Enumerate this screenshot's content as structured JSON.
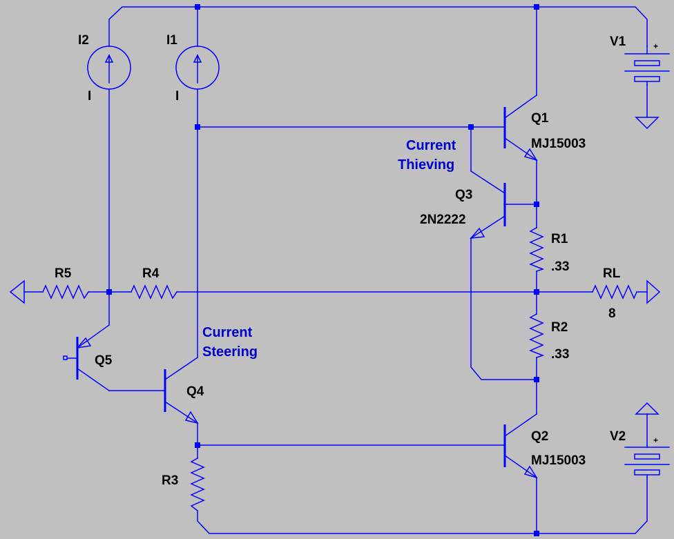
{
  "components": {
    "I2": {
      "name": "I2",
      "value": "I"
    },
    "I1": {
      "name": "I1",
      "value": "I"
    },
    "V1": {
      "name": "V1",
      "polarity": "+"
    },
    "V2": {
      "name": "V2",
      "polarity": "+"
    },
    "Q1": {
      "name": "Q1",
      "model": "MJ15003"
    },
    "Q2": {
      "name": "Q2",
      "model": "MJ15003"
    },
    "Q3": {
      "name": "Q3",
      "model": "2N2222"
    },
    "Q4": {
      "name": "Q4"
    },
    "Q5": {
      "name": "Q5"
    },
    "R1": {
      "name": "R1",
      "value": ".33"
    },
    "R2": {
      "name": "R2",
      "value": ".33"
    },
    "R3": {
      "name": "R3"
    },
    "R4": {
      "name": "R4"
    },
    "R5": {
      "name": "R5"
    },
    "RL": {
      "name": "RL",
      "value": "8"
    }
  },
  "notes": {
    "thieving": [
      "Current",
      "Thieving"
    ],
    "steering": [
      "Current",
      "Steering"
    ]
  },
  "colors": {
    "background": "#c0c0c0",
    "wire": "#0000ff",
    "label": "#000000",
    "note": "#0000c8"
  }
}
